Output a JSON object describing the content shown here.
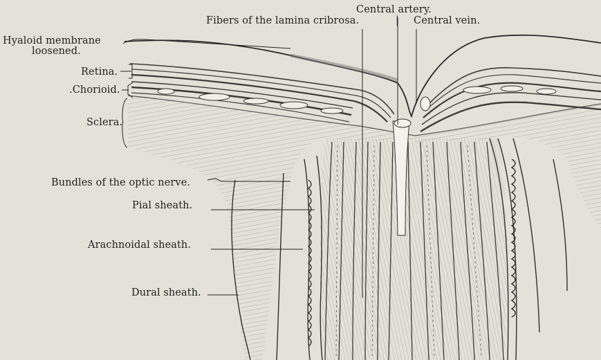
{
  "diagram": {
    "labels": {
      "hyaloid_line1": "Hyaloid membrane",
      "hyaloid_line2": "loosened.",
      "retina": "Retina.",
      "chorioid": ".Chorioid.",
      "sclera": "Sclera.",
      "fibers_lamina": "Fibers of the lamina cribrosa.",
      "central_artery": "Central artery.",
      "central_vein": "Central vein.",
      "separator": "|",
      "bundles": "Bundles of the optic nerve.",
      "pial": "Pial sheath.",
      "arachnoidal": "Arachnoidal sheath.",
      "dural": "Dural sheath."
    },
    "colors": {
      "paper": "#e4e2d8",
      "ink": "#2a2a2a",
      "tissue_light": "#d3d1c6",
      "tissue_dark": "#6b6a64"
    }
  }
}
